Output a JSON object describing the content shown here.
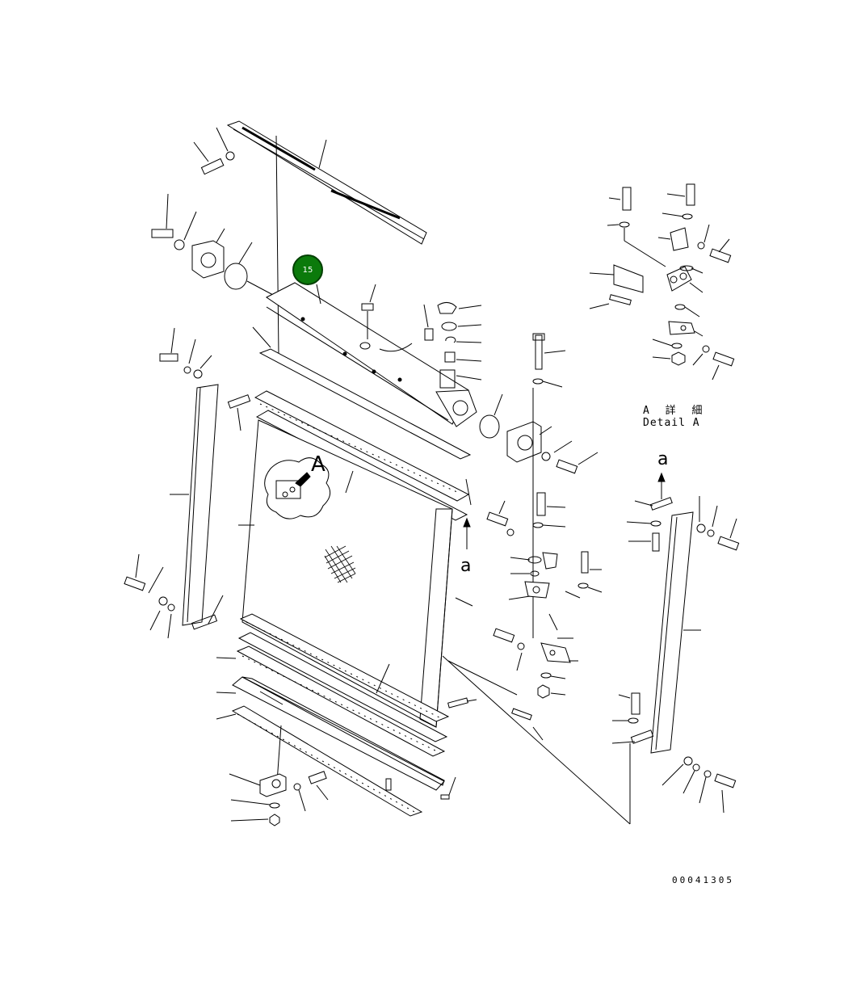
{
  "diagram": {
    "callout": {
      "label": "15",
      "color": "#0b7a0b"
    },
    "detail_label_jp": "A 詳 細",
    "detail_label_en": "Detail A",
    "view_arrow_small_top": "a",
    "view_arrow_small_mid": "a",
    "view_arrow_large": "A",
    "drawing_number": "00041305"
  }
}
